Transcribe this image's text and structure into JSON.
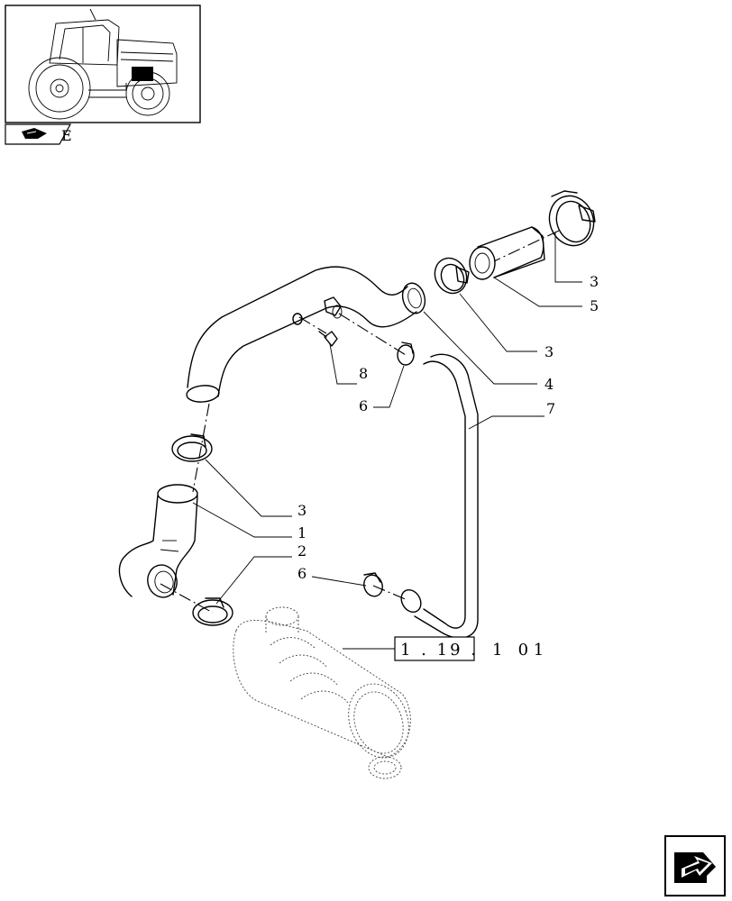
{
  "callouts": [
    {
      "label": "3"
    },
    {
      "label": "5"
    },
    {
      "label": "3"
    },
    {
      "label": "4"
    },
    {
      "label": "7"
    },
    {
      "label": "8"
    },
    {
      "label": "6"
    },
    {
      "label": "3"
    },
    {
      "label": "1"
    },
    {
      "label": "2"
    },
    {
      "label": "6"
    }
  ],
  "reference": {
    "boxed": "1 . 19 .",
    "tail": "1   0 1"
  },
  "thumbnail": {
    "corner_mark": "E"
  },
  "icons": {
    "thumbnail": "tractor-thumbnail",
    "book": "book-icon",
    "next": "next-page-arrow-icon"
  }
}
